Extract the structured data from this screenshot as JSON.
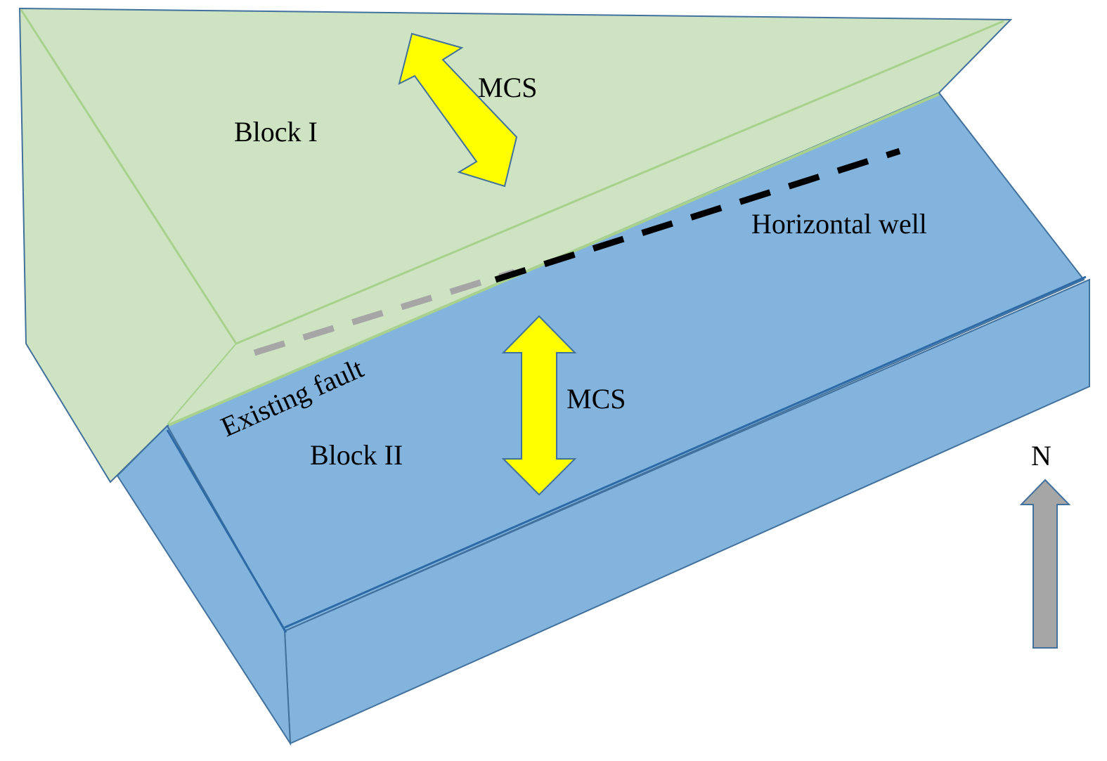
{
  "diagram": {
    "labels": {
      "block1": "Block I",
      "block2": "Block II",
      "mcs_upper": "MCS",
      "mcs_lower": "MCS",
      "horizontal_well": "Horizontal well",
      "existing_fault": "Existing fault",
      "north": "N"
    },
    "colors": {
      "block1_fill": "#cde3c2",
      "block2_fill": "#83b4dd",
      "block_edge": "#41719c",
      "fault_line": "#a9d18e",
      "mcs_arrow": "#ffff00",
      "well_hidden": "#a6a6a6",
      "well_visible": "#000000",
      "north_arrow": "#a6a6a6"
    }
  }
}
